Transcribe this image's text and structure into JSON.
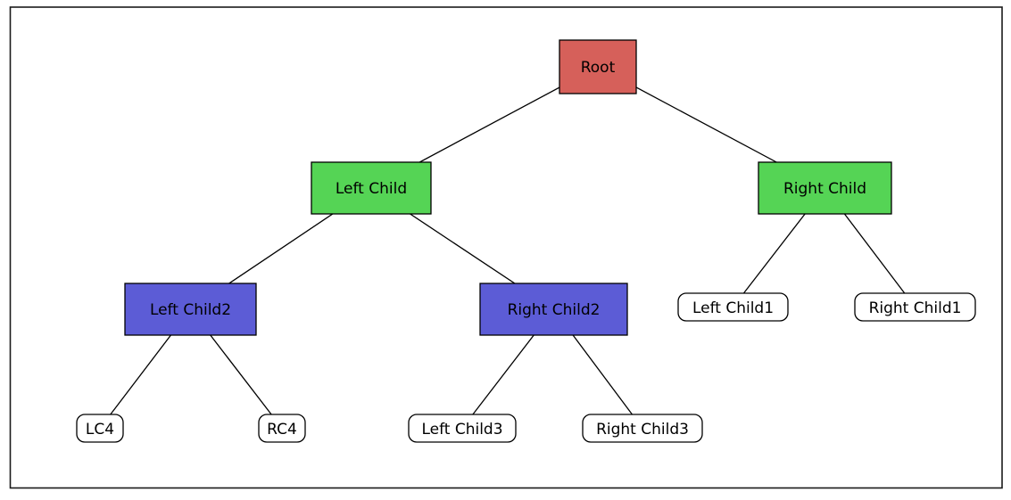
{
  "diagram": {
    "type": "tree",
    "background_color": "#ffffff",
    "frame_color": "#1a1a1a",
    "edge_color": "#000000",
    "node_border_color": "#000000",
    "node_colors": {
      "root": "#d6605a",
      "branch": "#55d455",
      "sub_branch": "#5c5cd6",
      "leaf": "#ffffff"
    },
    "nodes": {
      "root": {
        "label": "Root",
        "fill": "#d6605a",
        "shape": "rect"
      },
      "left_child": {
        "label": "Left Child",
        "fill": "#55d455",
        "shape": "rect"
      },
      "right_child": {
        "label": "Right Child",
        "fill": "#55d455",
        "shape": "rect"
      },
      "left_child2": {
        "label": "Left Child2",
        "fill": "#5c5cd6",
        "shape": "rect"
      },
      "right_child2": {
        "label": "Right Child2",
        "fill": "#5c5cd6",
        "shape": "rect"
      },
      "left_child1": {
        "label": "Left Child1",
        "fill": "#ffffff",
        "shape": "rounded"
      },
      "right_child1": {
        "label": "Right Child1",
        "fill": "#ffffff",
        "shape": "rounded"
      },
      "lc4": {
        "label": "LC4",
        "fill": "#ffffff",
        "shape": "rounded"
      },
      "rc4": {
        "label": "RC4",
        "fill": "#ffffff",
        "shape": "rounded"
      },
      "left_child3": {
        "label": "Left Child3",
        "fill": "#ffffff",
        "shape": "rounded"
      },
      "right_child3": {
        "label": "Right Child3",
        "fill": "#ffffff",
        "shape": "rounded"
      }
    },
    "edges": [
      {
        "from": "Root",
        "to": "Left Child"
      },
      {
        "from": "Root",
        "to": "Right Child"
      },
      {
        "from": "Left Child",
        "to": "Left Child2"
      },
      {
        "from": "Left Child",
        "to": "Right Child2"
      },
      {
        "from": "Right Child",
        "to": "Left Child1"
      },
      {
        "from": "Right Child",
        "to": "Right Child1"
      },
      {
        "from": "Left Child2",
        "to": "LC4"
      },
      {
        "from": "Left Child2",
        "to": "RC4"
      },
      {
        "from": "Right Child2",
        "to": "Left Child3"
      },
      {
        "from": "Right Child2",
        "to": "Right Child3"
      }
    ]
  }
}
